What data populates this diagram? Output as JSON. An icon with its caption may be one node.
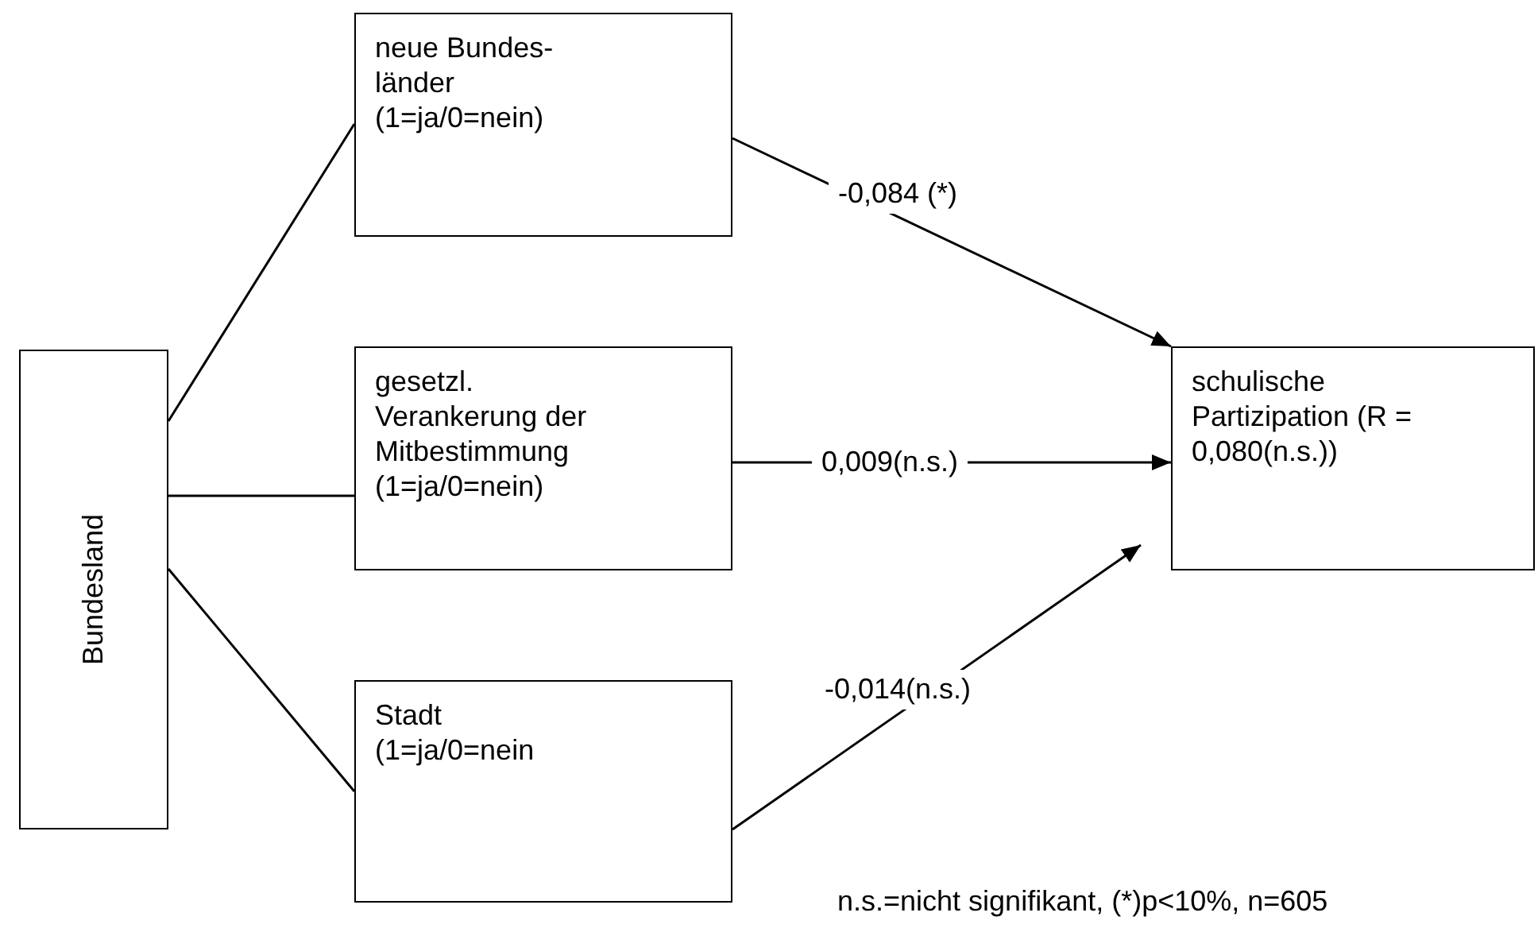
{
  "diagram": {
    "nodes": [
      {
        "text": [
          "Bundesland"
        ]
      },
      {
        "text": [
          "neue Bundes- länder (1=ja/0=nein)"
        ]
      },
      {
        "text": [
          "gesetzl. Verankerung der Mitbestimmung (1=ja/0=nein)"
        ]
      },
      {
        "text": [
          "Stadt (1=ja/0=nein"
        ]
      },
      {
        "text": [
          "schulische Partizipation (R = 0,080(n.s.))"
        ]
      }
    ],
    "edges": [
      {
        "from": 0,
        "to": 1,
        "arrow": "none"
      },
      {
        "from": 0,
        "to": 2,
        "arrow": "none"
      },
      {
        "from": 0,
        "to": 3,
        "arrow": "none"
      },
      {
        "from": 1,
        "to": 4,
        "arrow": "to",
        "label": "-0,084 (*)"
      },
      {
        "from": 2,
        "to": 4,
        "arrow": "to",
        "label": "0,009(n.s.)"
      },
      {
        "from": 3,
        "to": 4,
        "arrow": "to",
        "label": "-0,014(n.s.)"
      }
    ],
    "labels": [
      "n.s.=nicht signifikant, (*)p<10%, n=605"
    ]
  }
}
